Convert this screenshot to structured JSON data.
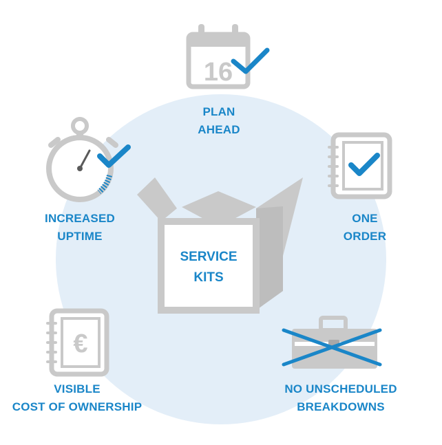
{
  "colors": {
    "accent": "#1a86c8",
    "icon_gray": "#c9c9c9",
    "circle_fill": "#e3eef8"
  },
  "center": {
    "icon": "open-box-icon",
    "line1": "SERVICE",
    "line2": "KITS"
  },
  "benefits": {
    "plan_ahead": {
      "icon": "calendar-check-icon",
      "date": "16",
      "line1": "PLAN",
      "line2": "AHEAD"
    },
    "one_order": {
      "icon": "notebook-check-icon",
      "line1": "ONE",
      "line2": "ORDER"
    },
    "increased_uptime": {
      "icon": "stopwatch-check-icon",
      "line1": "INCREASED",
      "line2": "UPTIME"
    },
    "visible_cost": {
      "icon": "euro-notebook-icon",
      "symbol": "€",
      "line1": "VISIBLE",
      "line2": "COST OF OWNERSHIP"
    },
    "no_breakdowns": {
      "icon": "crossed-toolbox-icon",
      "line1": "NO UNSCHEDULED",
      "line2": "BREAKDOWNS"
    }
  }
}
